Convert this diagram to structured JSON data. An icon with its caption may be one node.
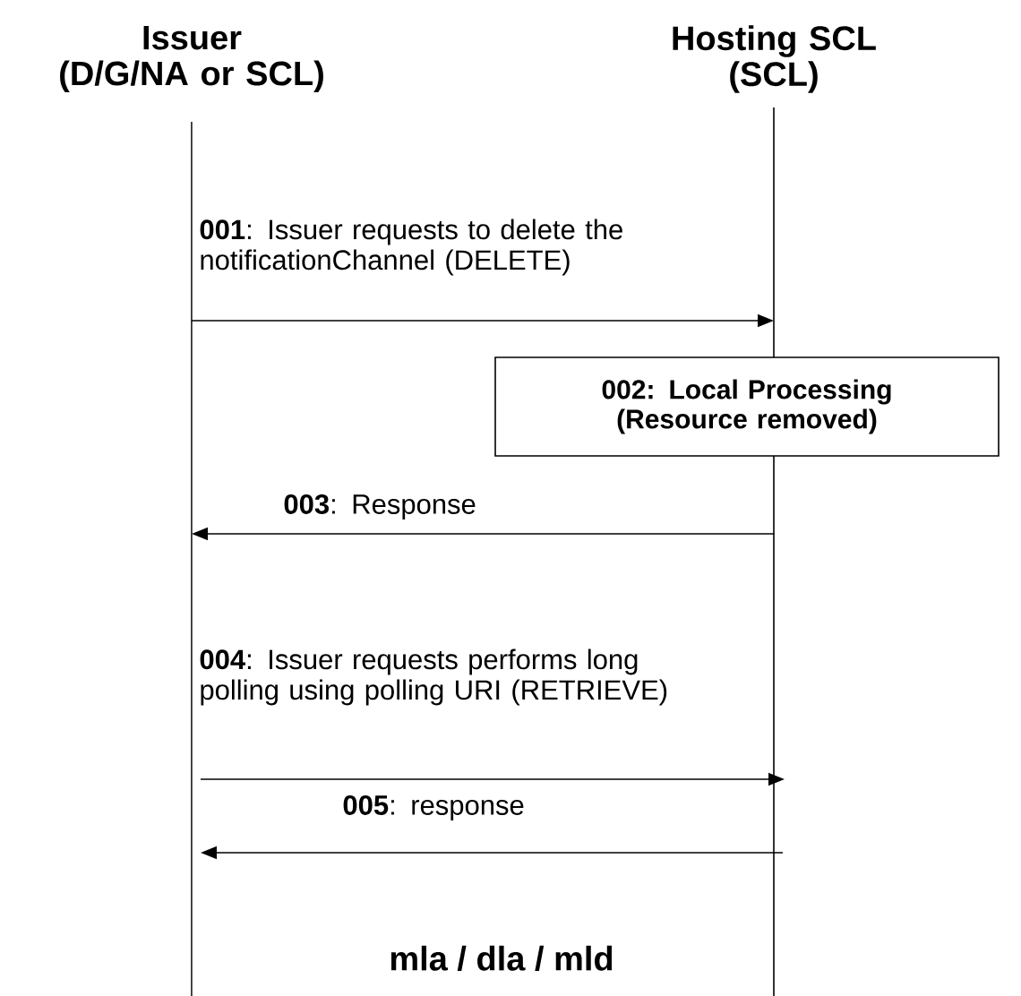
{
  "diagram": {
    "nodes": [
      {
        "text": [
          "Issuer",
          "(D/G/NA or SCL)"
        ]
      },
      {
        "text": [
          "Hosting SCL",
          "(SCL)"
        ]
      },
      {
        "text": [
          "002: Local Processing (Resource removed)"
        ]
      }
    ],
    "edges": [
      {
        "from": 0,
        "to": 1,
        "arrow": "to",
        "label": "**001**: Issuer requests to delete the notificationChannel (DELETE)"
      },
      {
        "from": 1,
        "to": 0,
        "arrow": "to",
        "label": "**003**: Response"
      },
      {
        "from": 0,
        "to": 1,
        "arrow": "to",
        "label": "**004**: Issuer requests performs long polling using polling URI (RETRIEVE)"
      },
      {
        "from": 1,
        "to": 0,
        "arrow": "to",
        "label": "**005**: response"
      }
    ],
    "labels": [
      "mla / dla / mld"
    ]
  }
}
